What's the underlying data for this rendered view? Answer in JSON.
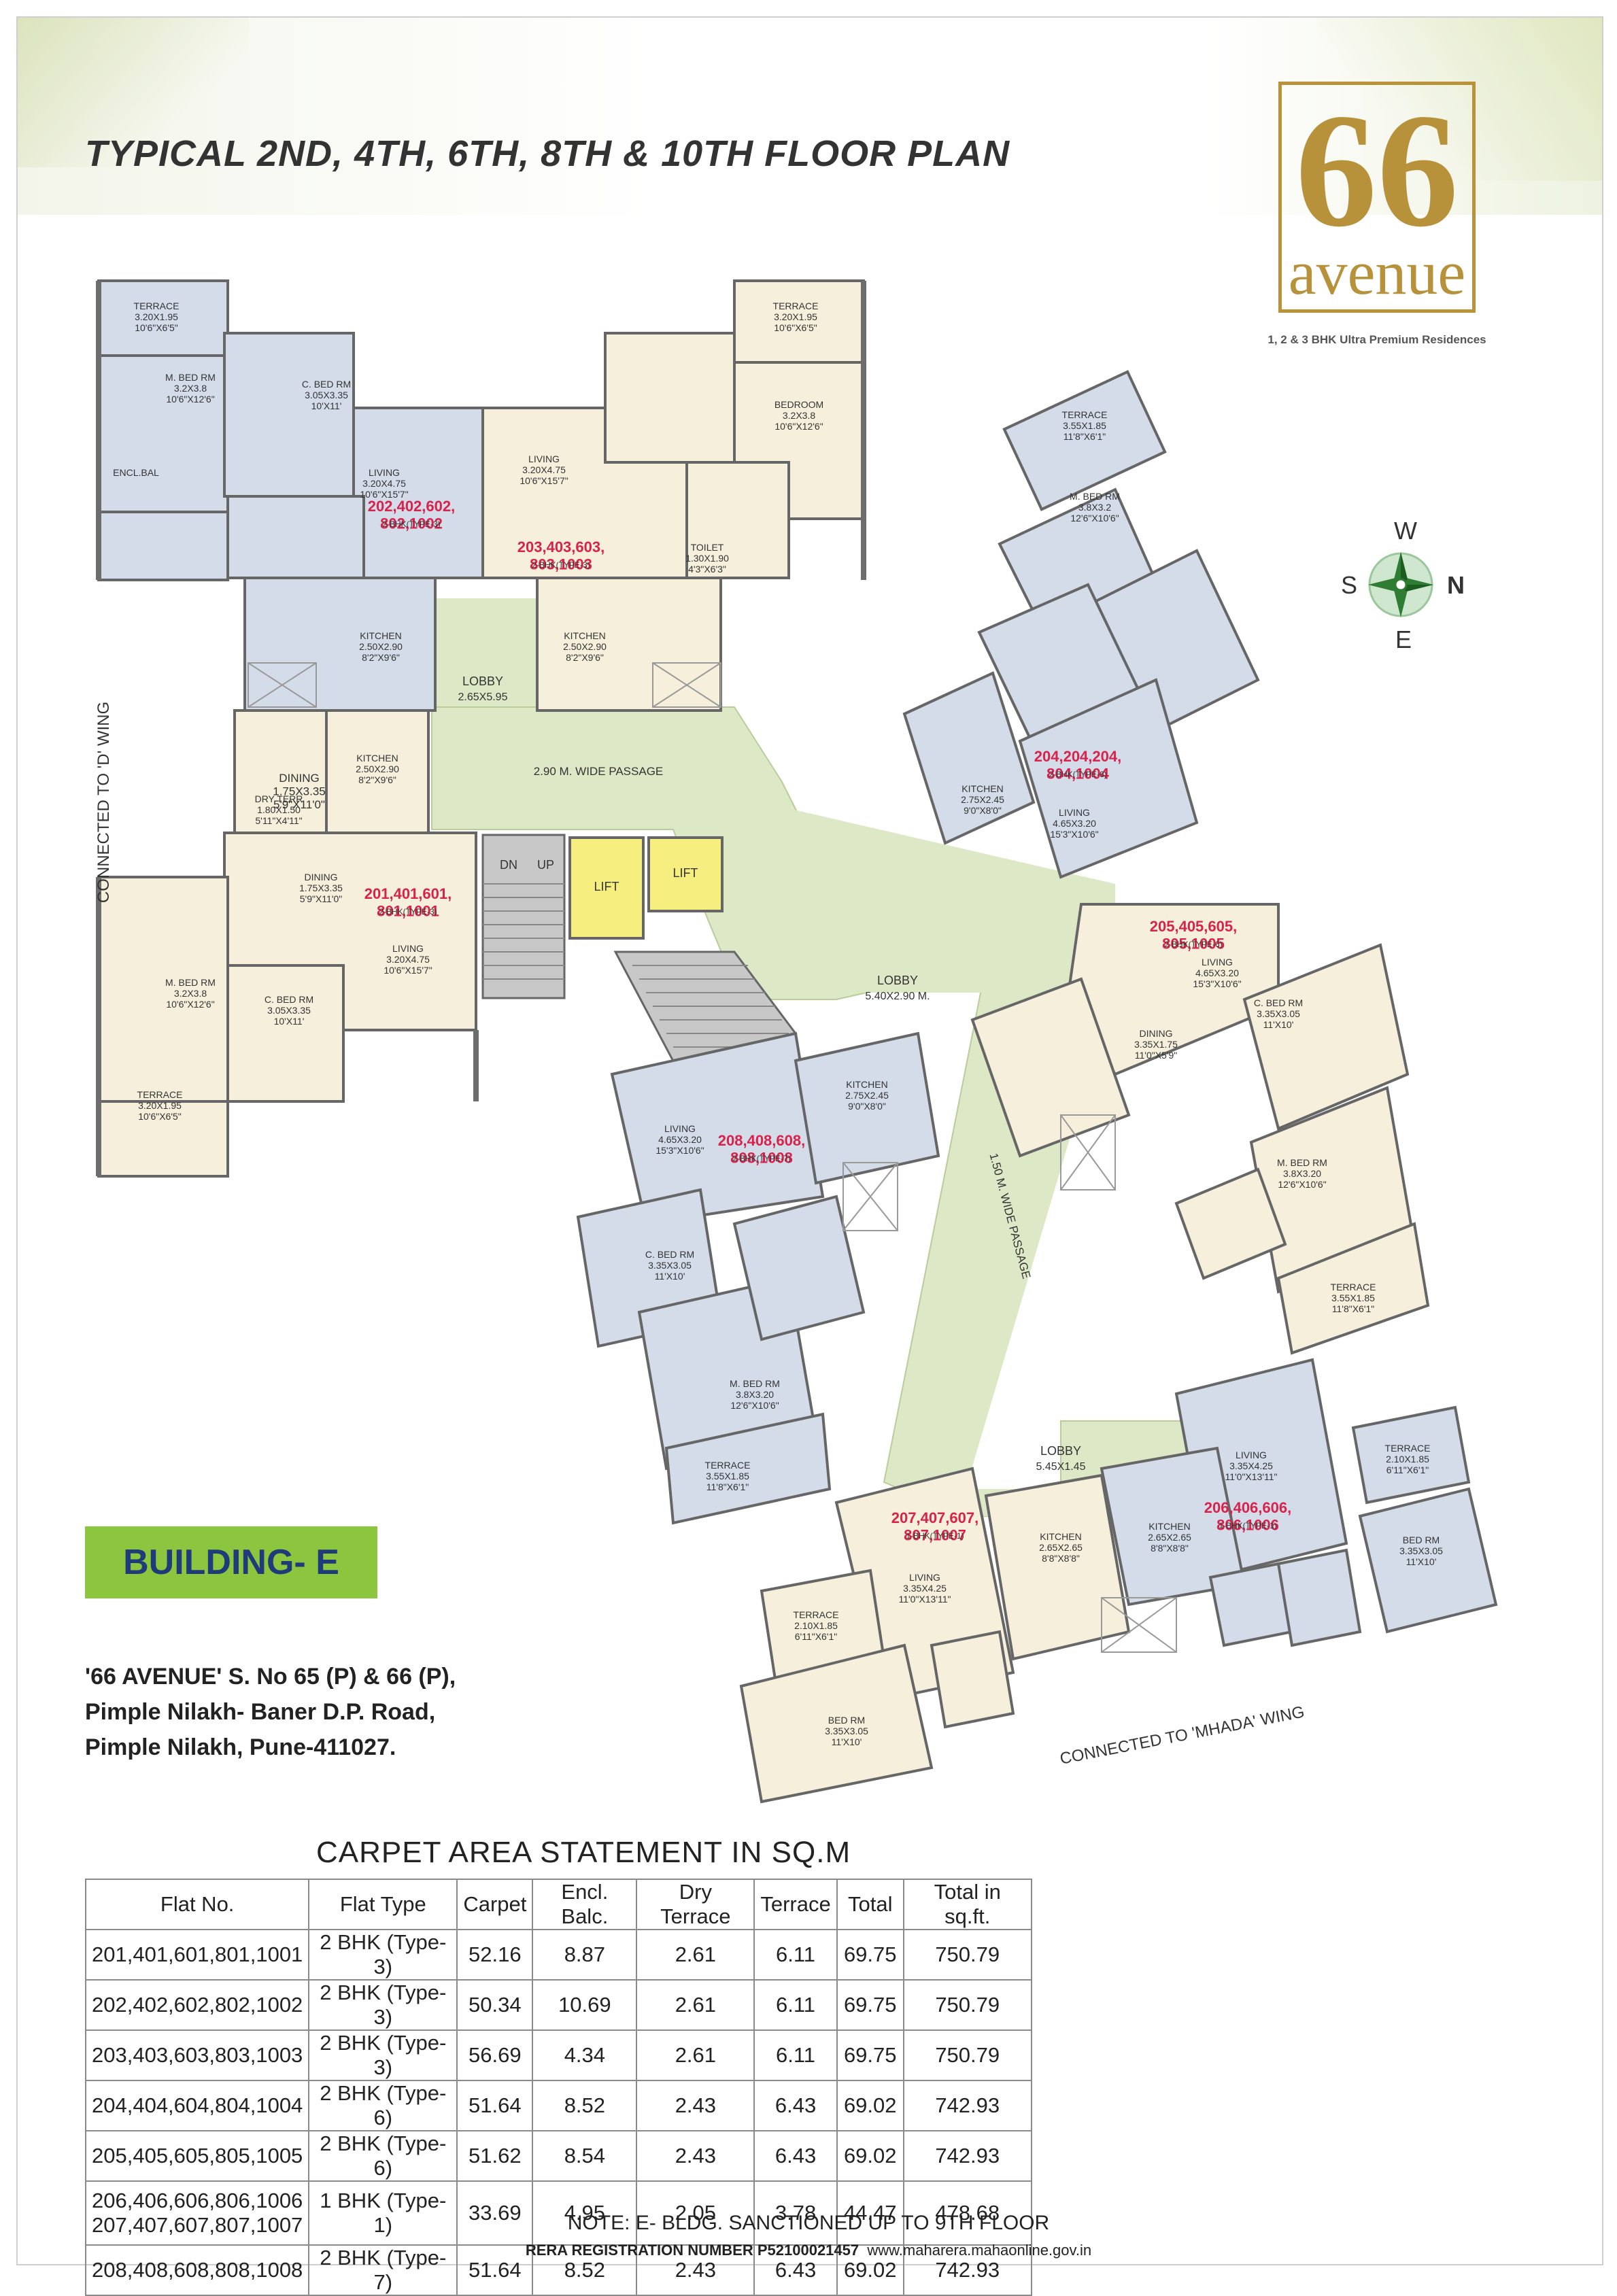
{
  "header": {
    "title": "TYPICAL 2ND, 4TH, 6TH, 8TH & 10TH FLOOR PLAN"
  },
  "logo": {
    "number": "66",
    "word": "avenue",
    "tagline": "1, 2 & 3 BHK Ultra Premium Residences"
  },
  "compass": {
    "w": "W",
    "s": "S",
    "n": "N",
    "e": "E"
  },
  "plan": {
    "connected_d": "CONNECTED TO 'D' WING",
    "connected_mhada": "CONNECTED TO 'MHADA' WING",
    "lift": "LIFT",
    "lobby_top": "LOBBY",
    "lobby_top_size": "2.65X5.95",
    "passage_top": "2.90 M. WIDE PASSAGE",
    "lobby_mid": "LOBBY",
    "lobby_mid_size": "5.40X2.90 M.",
    "passage_mid": "1.50 M. WIDE PASSAGE",
    "lobby_bot": "LOBBY",
    "lobby_bot_size": "5.45X1.45",
    "dn": "DN",
    "up": "UP",
    "flat_labels": [
      {
        "text": "202,402,602,\n802,1002",
        "type": "2-BHK(TYPE-3)"
      },
      {
        "text": "203,403,603,\n803,1003",
        "type": "2-BHK(TYPE-3)"
      },
      {
        "text": "201,401,601,\n801,1001",
        "type": "2-BHK(TYPE-3)"
      },
      {
        "text": "204,204,204,\n804,1004",
        "type": "2-BHK(TYPE-6)"
      },
      {
        "text": "205,405,605,\n805,1005",
        "type": "2-BHK(TYPE-6)"
      },
      {
        "text": "208,408,608,\n808,1008",
        "type": "2-BHK(TYPE-7)"
      },
      {
        "text": "207,407,607,\n807,1007",
        "type": "1-BHK(TYPE-1)"
      },
      {
        "text": "206,406,606,\n806,1006",
        "type": "1-BHK(TYPE-1)"
      }
    ],
    "rooms": [
      "TERRACE\n3.20X1.95\n10'6\"X6'5\"",
      "M. BED RM\n3.2X3.8\n10'6\"X12'6\"",
      "ENCL.BAL",
      "C. BED RM\n3.05X3.35\n10'X11'",
      "LIVING\n3.20X4.75\n10'6\"X15'7\"",
      "DINING\n1.75X3.35\n5'9\"X11'0\"",
      "KITCHEN\n2.50X2.90\n8'2\"X9'6\"",
      "TERRACE\n3.20X1.95\n10'6\"X6'5\"",
      "BEDROOM\n3.2X3.8\n10'6\"X12'6\"",
      "LIVING\n3.20X4.75\n10'6\"X15'7\"",
      "KITCHEN\n2.50X2.90\n8'2\"X9'6\"",
      "TOILET\n1.30X1.90\n4'3\"X6'3\"",
      "DRY TERR\n1.80X1.50\n5'11\"X4'11\"",
      "KITCHEN\n2.50X2.90\n8'2\"X9'6\"",
      "DINING\n1.75X3.35\n5'9\"X11'0\"",
      "LIVING\n3.20X4.75\n10'6\"X15'7\"",
      "M. BED RM\n3.2X3.8\n10'6\"X12'6\"",
      "C. BED RM\n3.05X3.35\n10'X11'",
      "TERRACE\n3.20X1.95\n10'6\"X6'5\"",
      "TERRACE\n3.55X1.85\n11'8\"X6'1\"",
      "M. BED RM\n3.8X3.2\n12'6\"X10'6\"",
      "LIVING\n4.65X3.20\n15'3\"X10'6\"",
      "KITCHEN\n2.75X2.45\n9'0\"X8'0\"",
      "LIVING\n4.65X3.20\n15'3\"X10'6\"",
      "DINING\n3.35X1.75\n11'0\"X5'9\"",
      "C. BED RM\n3.35X3.05\n11'X10'",
      "M. BED RM\n3.8X3.20\n12'6\"X10'6\"",
      "TERRACE\n3.55X1.85\n11'8\"X6'1\"",
      "LIVING\n4.65X3.20\n15'3\"X10'6\"",
      "KITCHEN\n2.75X2.45\n9'0\"X8'0\"",
      "C. BED RM\n3.35X3.05\n11'X10'",
      "M. BED RM\n3.8X3.20\n12'6\"X10'6\"",
      "TERRACE\n3.55X1.85\n11'8\"X6'1\"",
      "LIVING\n3.35X4.25\n11'0\"X13'11\"",
      "KITCHEN\n2.65X2.65\n8'8\"X8'8\"",
      "BED RM\n3.35X3.05\n11'X10'",
      "TERRACE\n2.10X1.85\n6'11\"X6'1\"",
      "LIVING\n3.35X4.25\n11'0\"X13'11\"",
      "KITCHEN\n2.65X2.65\n8'8\"X8'8\"",
      "BED RM\n3.35X3.05\n11'X10'",
      "TERRACE\n2.10X1.85\n6'11\"X6'1\""
    ]
  },
  "building_label": "BUILDING- E",
  "address": {
    "line1": "'66 AVENUE'  S. No 65 (P) & 66 (P),",
    "line2": "Pimple Nilakh- Baner D.P. Road,",
    "line3": "Pimple Nilakh, Pune-411027."
  },
  "table": {
    "title": "CARPET AREA STATEMENT IN SQ.M",
    "headers": [
      "Flat No.",
      "Flat Type",
      "Carpet",
      "Encl. Balc.",
      "Dry Terrace",
      "Terrace",
      "Total",
      "Total in sq.ft."
    ],
    "rows": [
      [
        "201,401,601,801,1001",
        "2 BHK (Type-3)",
        "52.16",
        "8.87",
        "2.61",
        "6.11",
        "69.75",
        "750.79"
      ],
      [
        "202,402,602,802,1002",
        "2 BHK (Type-3)",
        "50.34",
        "10.69",
        "2.61",
        "6.11",
        "69.75",
        "750.79"
      ],
      [
        "203,403,603,803,1003",
        "2 BHK (Type-3)",
        "56.69",
        "4.34",
        "2.61",
        "6.11",
        "69.75",
        "750.79"
      ],
      [
        "204,404,604,804,1004",
        "2 BHK (Type-6)",
        "51.64",
        "8.52",
        "2.43",
        "6.43",
        "69.02",
        "742.93"
      ],
      [
        "205,405,605,805,1005",
        "2 BHK (Type-6)",
        "51.62",
        "8.54",
        "2.43",
        "6.43",
        "69.02",
        "742.93"
      ],
      [
        "206,406,606,806,1006\n207,407,607,807,1007",
        "1 BHK (Type-1)",
        "33.69",
        "4.95",
        "2.05",
        "3.78",
        "44.47",
        "478.68"
      ],
      [
        "208,408,608,808,1008",
        "2 BHK (Type-7)",
        "51.64",
        "8.52",
        "2.43",
        "6.43",
        "69.02",
        "742.93"
      ]
    ]
  },
  "note": "NOTE: E- BLDG. SANCTIONED UP TO 9TH FLOOR",
  "rera": {
    "label": "RERA REGISTRATION NUMBER P52100021457",
    "site": "www.maharera.mahaonline.gov.in"
  },
  "colors": {
    "flat_blue": "#d4dcea",
    "flat_cream": "#f5efdc",
    "lobby_green": "#dde9c6",
    "lift_yellow": "#f6ee7e",
    "wall": "#6d6d6d",
    "flat_number_red": "#d9224a",
    "badge_green": "#8cc63f"
  }
}
